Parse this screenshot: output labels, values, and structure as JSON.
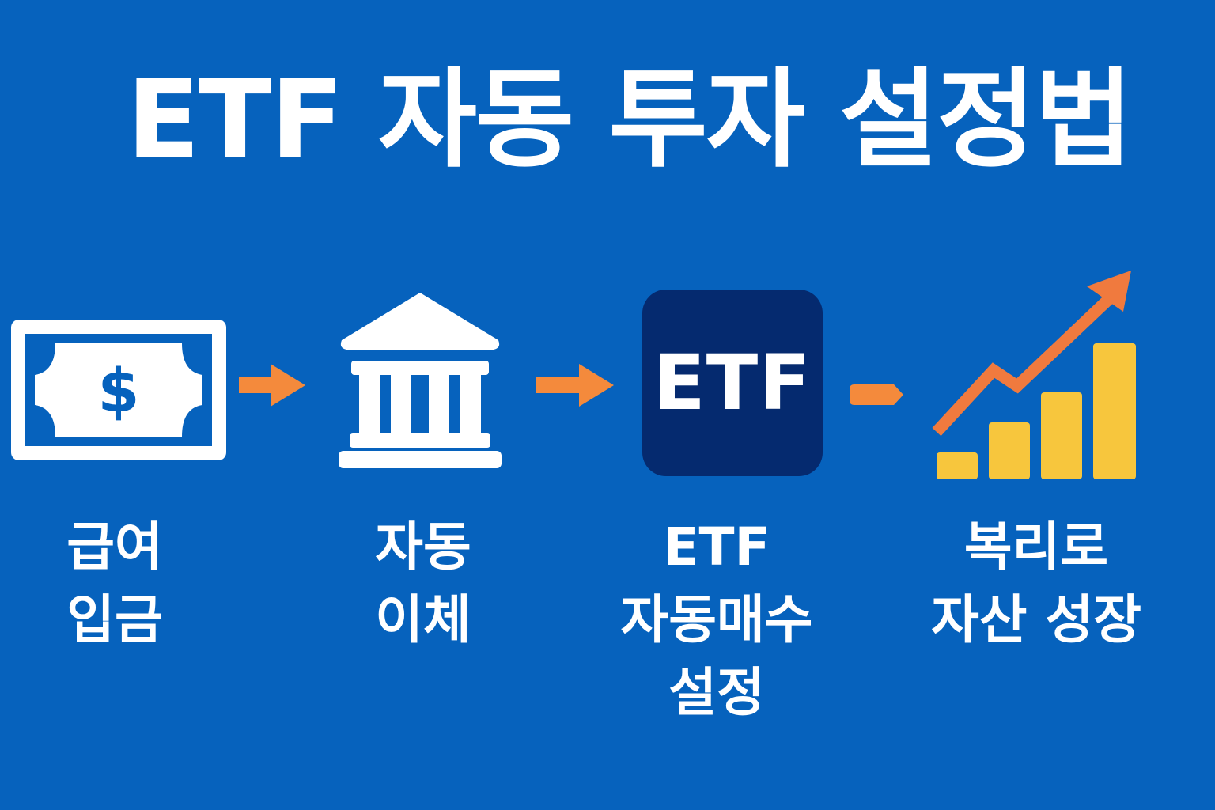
{
  "title": "ETF 자동 투자 설정법",
  "colors": {
    "background": "#0662bd",
    "arrow": "#f48a3c",
    "etf_box": "#052a6f",
    "bars": "#f7c63d",
    "trend": "#f07a3e",
    "icon_white": "#ffffff"
  },
  "steps": [
    {
      "icon": "money-bill-icon",
      "symbol": "$",
      "lines": [
        "급여",
        "입금"
      ]
    },
    {
      "icon": "bank-icon",
      "lines": [
        "자동",
        "이체"
      ]
    },
    {
      "icon": "etf-box-icon",
      "badge": "ETF",
      "lines": [
        "ETF",
        "자동매수",
        "설정"
      ]
    },
    {
      "icon": "growth-chart-icon",
      "lines": [
        "복리로",
        "자산 성장"
      ]
    }
  ]
}
